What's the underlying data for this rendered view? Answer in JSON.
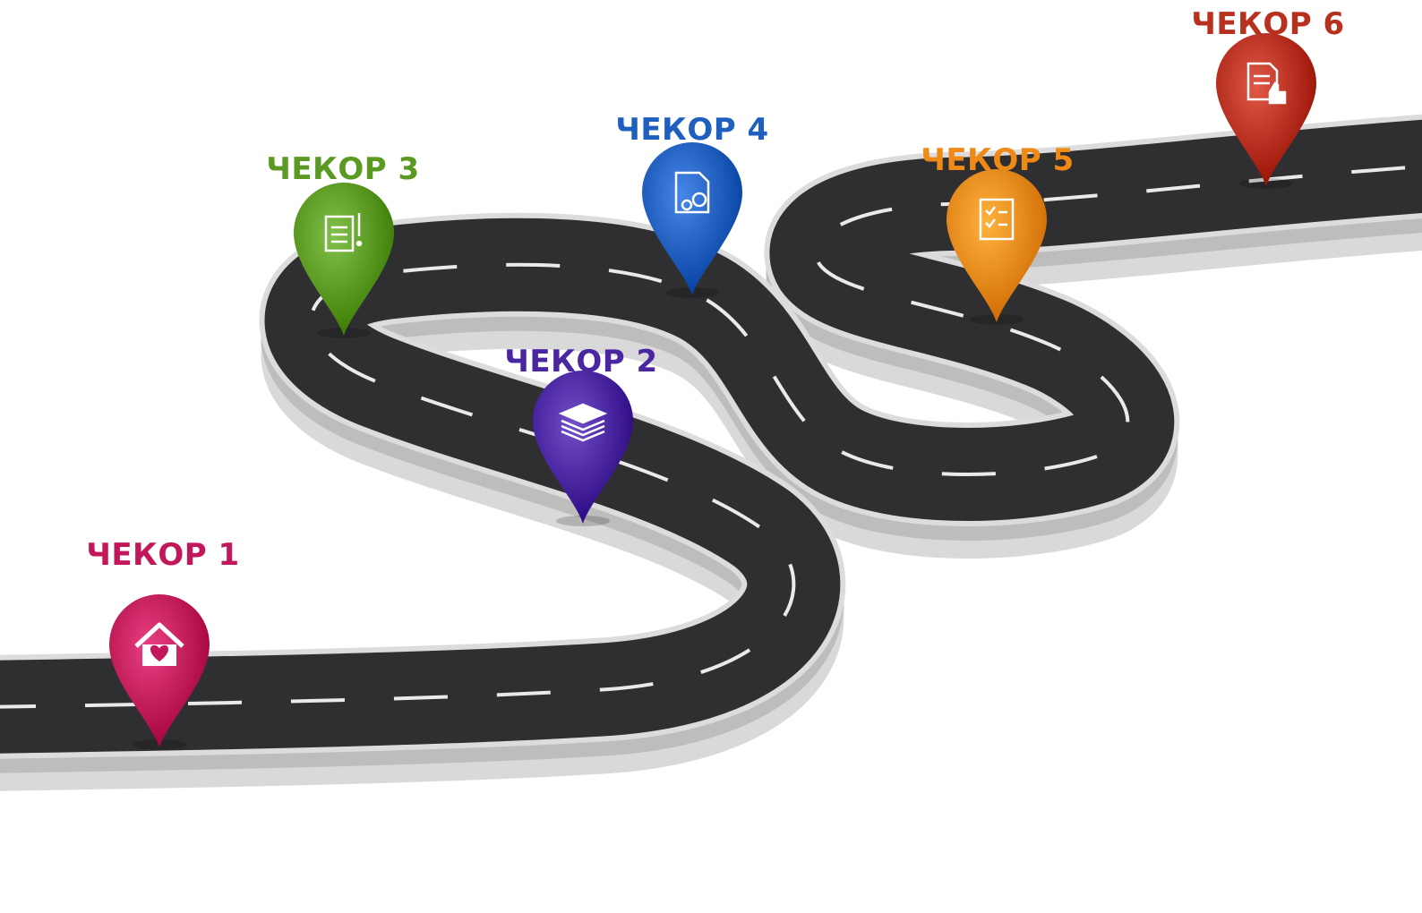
{
  "steps": [
    {
      "label": "ЧЕКОР 1",
      "color": "#c2185b",
      "icon": "house-heart-icon"
    },
    {
      "label": "ЧЕКОР 2",
      "color": "#4a27a0",
      "icon": "stacked-layers-icon"
    },
    {
      "label": "ЧЕКОР 3",
      "color": "#5a9a23",
      "icon": "document-alert-icon"
    },
    {
      "label": "ЧЕКОР 4",
      "color": "#1f5fbf",
      "icon": "document-gears-icon"
    },
    {
      "label": "ЧЕКОР 5",
      "color": "#f08a16",
      "icon": "checklist-icon"
    },
    {
      "label": "ЧЕКОР 6",
      "color": "#b8301e",
      "icon": "document-approval-icon"
    }
  ],
  "colors": {
    "road": "#2f2f32",
    "road_edge": "#dcdcdc",
    "lane_marking": "#ffffff"
  }
}
